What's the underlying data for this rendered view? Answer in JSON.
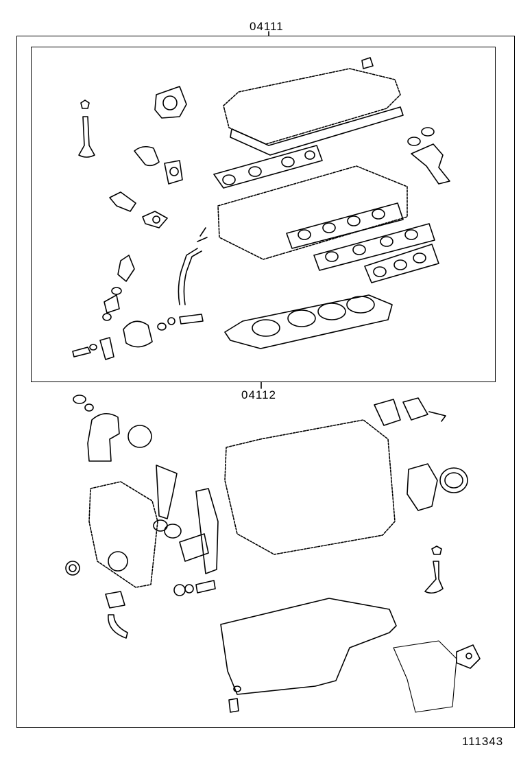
{
  "diagram": {
    "labels": {
      "kit_overhaul": "04111",
      "kit_block": "04112",
      "figure_number": "111343"
    }
  }
}
